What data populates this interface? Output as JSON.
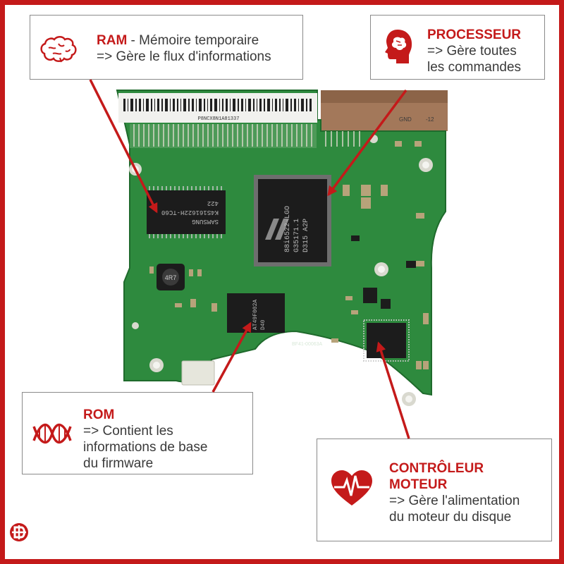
{
  "callouts": {
    "ram": {
      "title": "RAM",
      "separator": " - ",
      "line1": "Mémoire temporaire",
      "line2": "=> Gère le flux d'informations",
      "icon": "brain-icon"
    },
    "processeur": {
      "title": "PROCESSEUR",
      "line1": "=> Gère toutes",
      "line2": "les commandes",
      "icon": "head-brain-icon"
    },
    "rom": {
      "title": "ROM",
      "line1": "=> Contient les",
      "line2": "informations de base",
      "line3": "du firmware",
      "icon": "dna-icon"
    },
    "controleur": {
      "title1": "CONTRÔLEUR",
      "title2": "MOTEUR",
      "line1": "=> Gère l'alimentation",
      "line2": "du moteur du disque",
      "icon": "heartbeat-icon"
    }
  },
  "board": {
    "barcode_text": "P8NCX8N1A81337",
    "ram_chip": {
      "line1": "SAMSUNG",
      "line2": "K4S161622H-TC60",
      "line3": "422"
    },
    "processor_chip": {
      "line1": "88i6522-LGO",
      "line2": "G35171.1",
      "line3": "D315 A2P"
    },
    "rom_chip": {
      "line1": "AT49F002A",
      "line2": "D40"
    },
    "inductor_label": "4R7",
    "board_code": "BF41-00063A",
    "connector_labels": {
      "gnd": "GND",
      "pin12": "-12"
    }
  },
  "logo": {
    "icon": "brand-logo-icon"
  },
  "colors": {
    "accent": "#c41a1a",
    "pcb": "#2e8a3e",
    "chip": "#1c1c1c",
    "connector": "#a3785a"
  }
}
